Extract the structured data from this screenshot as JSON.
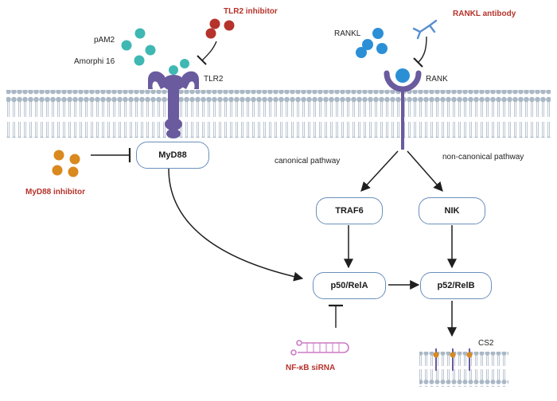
{
  "labels": {
    "tlr2_inhibitor": "TLR2 inhibitor",
    "pam2": "pAM2",
    "amorphigenin": "Amorphi 16",
    "tlr2": "TLR2",
    "rankl": "RANKL",
    "rankl_antibody": "RANKL antibody",
    "rank": "RANK",
    "myd88_inhibitor": "MyD88 inhibitor",
    "canonical_pathway": "canonical pathway",
    "non_canonical_pathway": "non-canonical pathway",
    "nfkb_sirna": "NF-κB siRNA",
    "cs2": "CS2"
  },
  "nodes": {
    "myd88": "MyD88",
    "traf6": "TRAF6",
    "nik": "NIK",
    "p50_rela": "p50/RelA",
    "p52_relb": "p52/RelB"
  },
  "colors": {
    "teal_ligand": "#3fb8b4",
    "inhibitor_red": "#b5332b",
    "rankl_blue": "#2b8fd6",
    "myd88_orange": "#d9891e",
    "receptor_purple": "#6a5a9e",
    "membrane_head": "#aab8c6",
    "node_border": "#6b8fbd",
    "sirna_pink": "#cc7ac4"
  },
  "icons": {
    "tlr2_receptor": "tlr2-receptor-icon",
    "rank_receptor": "rank-receptor-icon",
    "antibody": "y-antibody-icon",
    "sirna": "sirna-hairpin-icon"
  }
}
